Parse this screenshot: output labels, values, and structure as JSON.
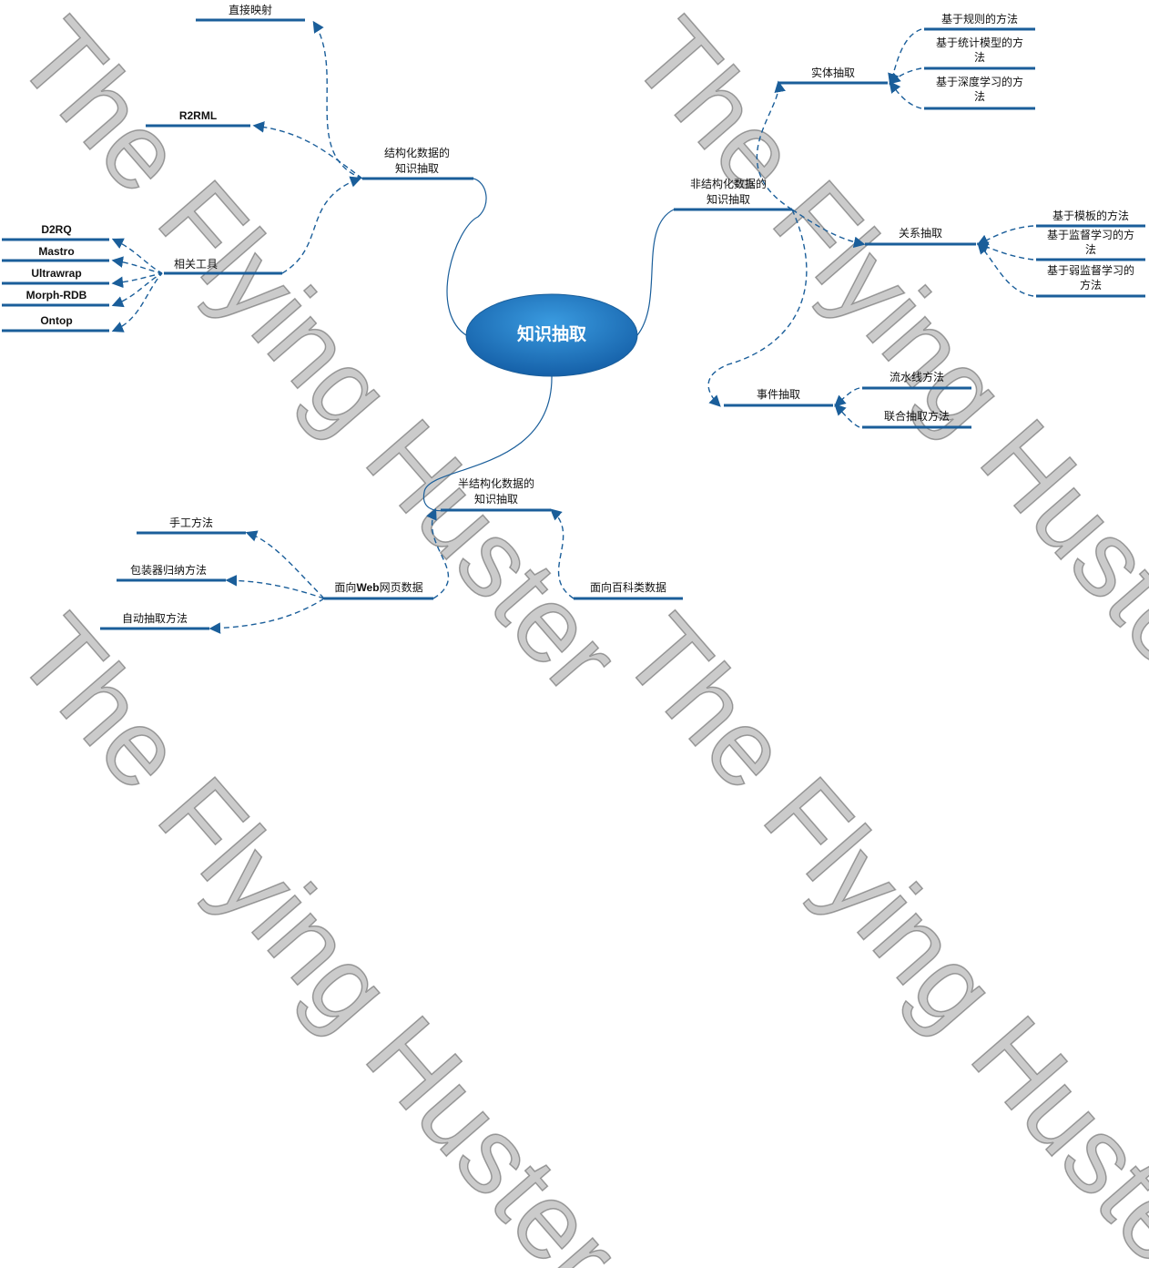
{
  "watermark": "The Flying Huster",
  "colors": {
    "line": "#1a5e9a",
    "node_dark": "#1a5e9a",
    "node_light": "#3a9be0"
  },
  "center": {
    "label": "知识抽取"
  },
  "structured": {
    "label_l1": "结构化数据的",
    "label_l2": "知识抽取",
    "direct_mapping": "直接映射",
    "r2rml": "R2RML",
    "tools": {
      "label": "相关工具",
      "items": [
        "D2RQ",
        "Mastro",
        "Ultrawrap",
        "Morph-RDB",
        "Ontop"
      ]
    }
  },
  "unstructured": {
    "label_l1": "非结构化数据的",
    "label_l2": "知识抽取",
    "entity": {
      "label": "实体抽取",
      "methods": [
        {
          "l1": "基于规则的方法",
          "l2": ""
        },
        {
          "l1": "基于统计模型的方",
          "l2": "法"
        },
        {
          "l1": "基于深度学习的方",
          "l2": "法"
        }
      ]
    },
    "relation": {
      "label": "关系抽取",
      "methods": [
        {
          "l1": "基于模板的方法",
          "l2": ""
        },
        {
          "l1": "基于监督学习的方",
          "l2": "法"
        },
        {
          "l1": "基于弱监督学习的",
          "l2": "方法"
        }
      ]
    },
    "event": {
      "label": "事件抽取",
      "methods": [
        "流水线方法",
        "联合抽取方法"
      ]
    }
  },
  "semi": {
    "label_l1": "半结构化数据的",
    "label_l2": "知识抽取",
    "web": {
      "label_prefix": "面向",
      "label_web": "Web",
      "label_suffix": "网页数据",
      "methods": [
        "手工方法",
        "包装器归纳方法",
        "自动抽取方法"
      ]
    },
    "encyclopedia": "面向百科类数据"
  }
}
